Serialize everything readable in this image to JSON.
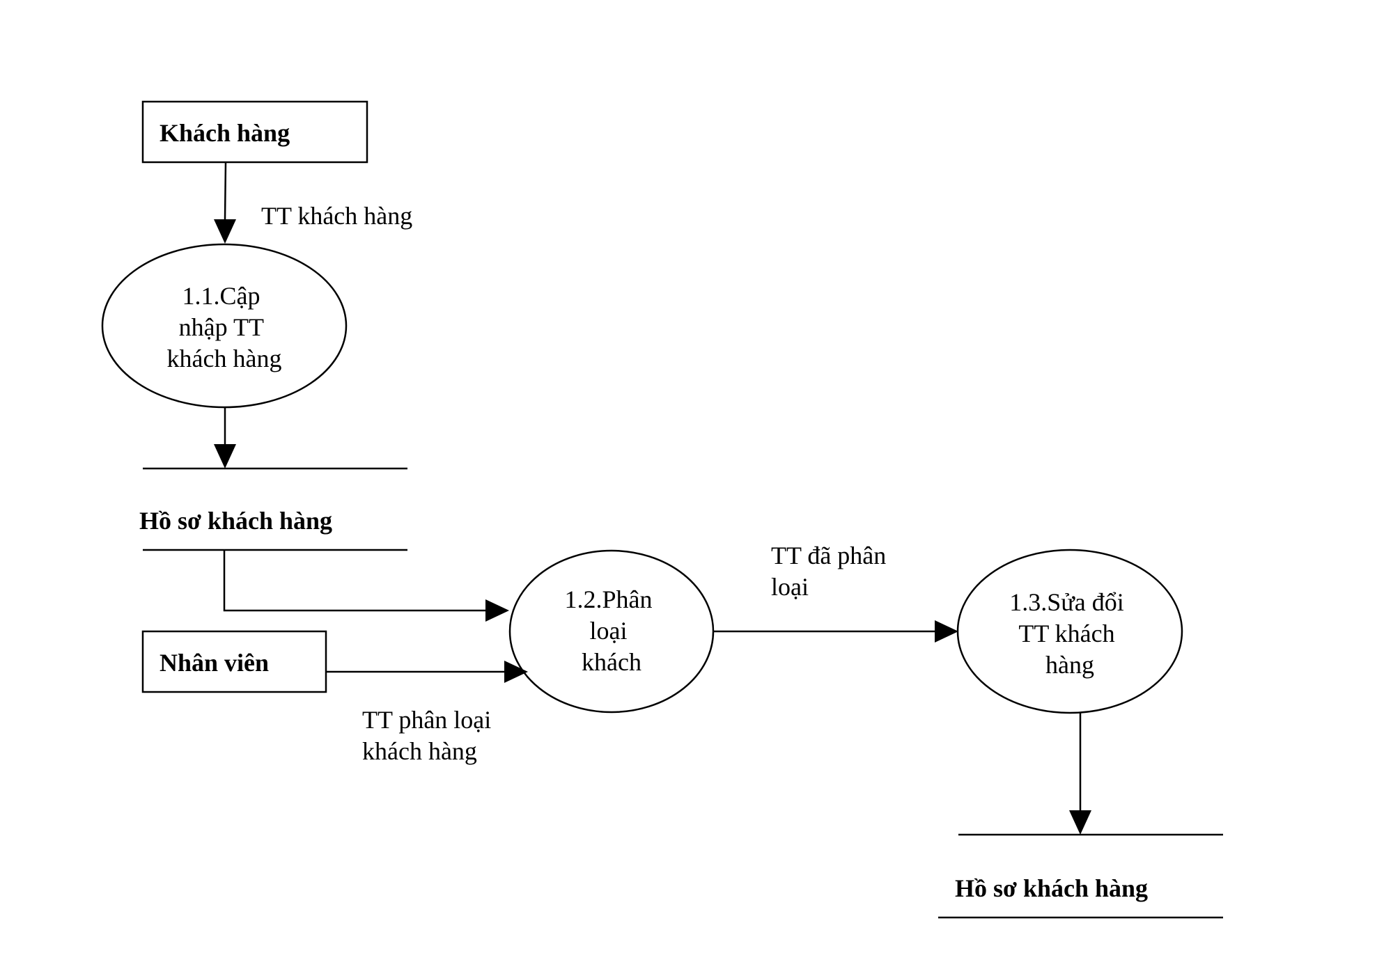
{
  "diagram": {
    "entities": {
      "customer": "Khách hàng",
      "employee": "Nhân viên"
    },
    "processes": {
      "p1": [
        "1.1.Cập",
        "nhập TT",
        "khách hàng"
      ],
      "p2": [
        "1.2.Phân",
        "loại",
        "khách"
      ],
      "p3": [
        "1.3.Sửa đổi",
        "TT khách",
        "hàng"
      ]
    },
    "stores": {
      "s1": "Hồ sơ khách hàng",
      "s2": "Hồ sơ khách hàng"
    },
    "flows": {
      "f1": [
        "TT khách hàng"
      ],
      "f2": [
        "TT phân loại",
        "khách hàng"
      ],
      "f3": [
        "TT đã phân",
        "loại"
      ]
    }
  }
}
